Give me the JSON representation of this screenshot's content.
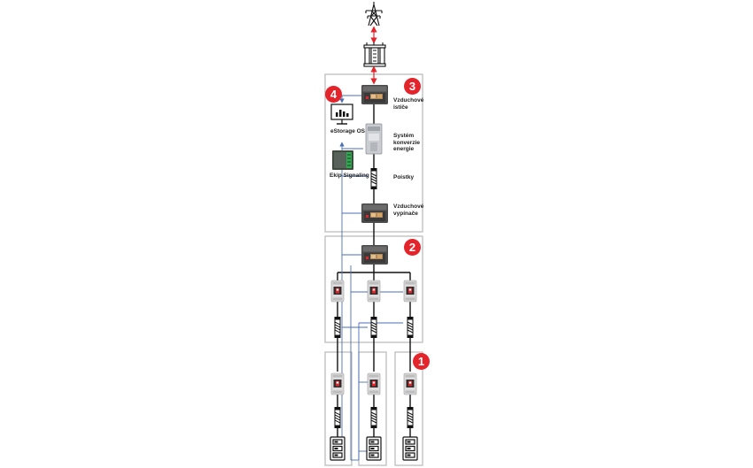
{
  "badges": {
    "energy_system": "3",
    "management": "4",
    "distribution": "2",
    "battery_rack": "1"
  },
  "labels": {
    "air_breakers": "Vzduchové ističe",
    "conversion_system": "Systém konverzie energie",
    "fuses": "Poistky",
    "air_switches": "Vzduchové vypínače",
    "estorage_os": "eStorage OS",
    "ekip_signaling": "Ekip Signaling"
  },
  "colors": {
    "badge": "#e3242b",
    "arrow": "#e3242b",
    "signal_line": "#4a6fb5",
    "power_line": "#111111",
    "panel_border": "#b8b8b8"
  },
  "icons": [
    "transmission-tower-icon",
    "transformer-icon",
    "monitor-chart-icon",
    "circuit-breaker-icon",
    "fuse-icon",
    "battery-module-icon",
    "plc-module-icon",
    "pcs-cabinet-icon"
  ]
}
